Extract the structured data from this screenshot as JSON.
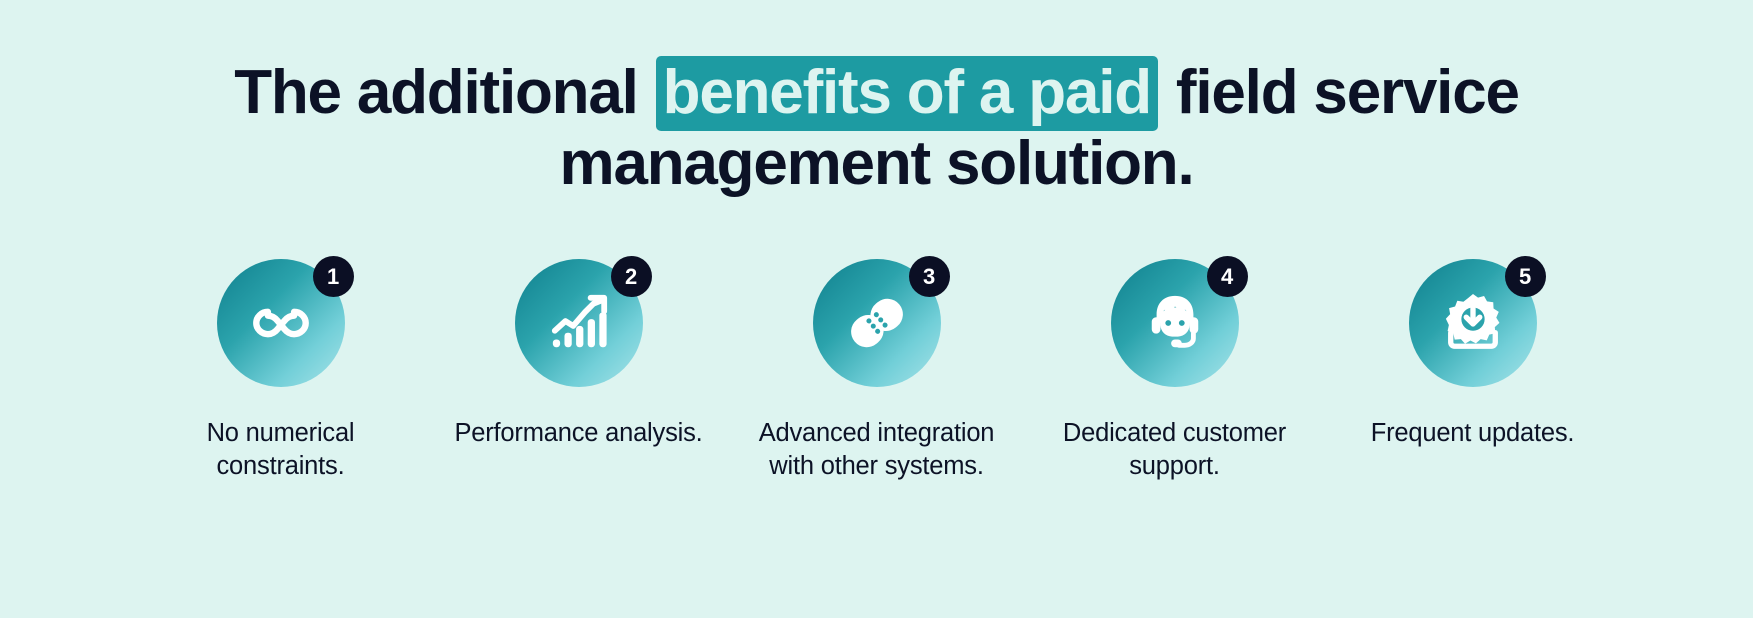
{
  "background_color": "#ddf4f0",
  "heading": {
    "part1": "The additional ",
    "highlight": "benefits of a paid",
    "part2": " field service",
    "line2": "management solution.",
    "highlight_bg": "#1d9ba2",
    "highlight_text_color": "#ddf4f0",
    "text_color": "#0c1226"
  },
  "badge_color": "#0b0f24",
  "icon_gradient_from": "#0f7f8d",
  "icon_gradient_to": "#a9e4e9",
  "features": [
    {
      "number": "1",
      "icon": "infinity-icon",
      "caption": "No numerical constraints."
    },
    {
      "number": "2",
      "icon": "growth-chart-icon",
      "caption": "Performance analysis."
    },
    {
      "number": "3",
      "icon": "integration-puzzle-icon",
      "caption": "Advanced integration with other systems."
    },
    {
      "number": "4",
      "icon": "headset-support-icon",
      "caption": "Dedicated customer support."
    },
    {
      "number": "5",
      "icon": "gear-download-icon",
      "caption": "Frequent updates."
    }
  ]
}
